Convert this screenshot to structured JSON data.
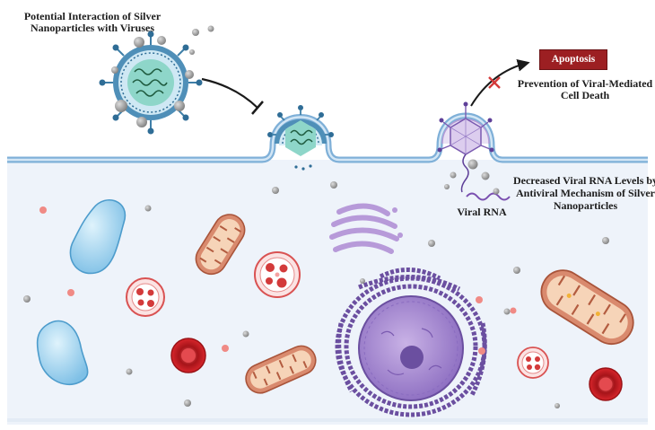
{
  "labels": {
    "interaction": "Potential Interaction of Silver Nanoparticles with Viruses",
    "apoptosis": "Apoptosis",
    "prevention": "Prevention of Viral-Mediated Cell Death",
    "decreased": "Decreased Viral RNA Levels by Antiviral Mechanism of Silver Nanoparticles",
    "viral_rna": "Viral RNA"
  },
  "colors": {
    "cytoplasm": "#eef3fa",
    "membrane": "#8bb7dc",
    "virus_shell": "#3f7fa8",
    "virus_core": "#7fd0c4",
    "nanoparticle": "#9a9a9a",
    "mitochondria": "#d98a6e",
    "red_blood_cell": "#c8232a",
    "vacuole": "#a9d8f2",
    "golgi": "#b79ad9",
    "nucleus": "#9d7fce",
    "er": "#6b4fa0",
    "apoptosis": "#9c1f22",
    "block_cross": "#d43a3a"
  }
}
